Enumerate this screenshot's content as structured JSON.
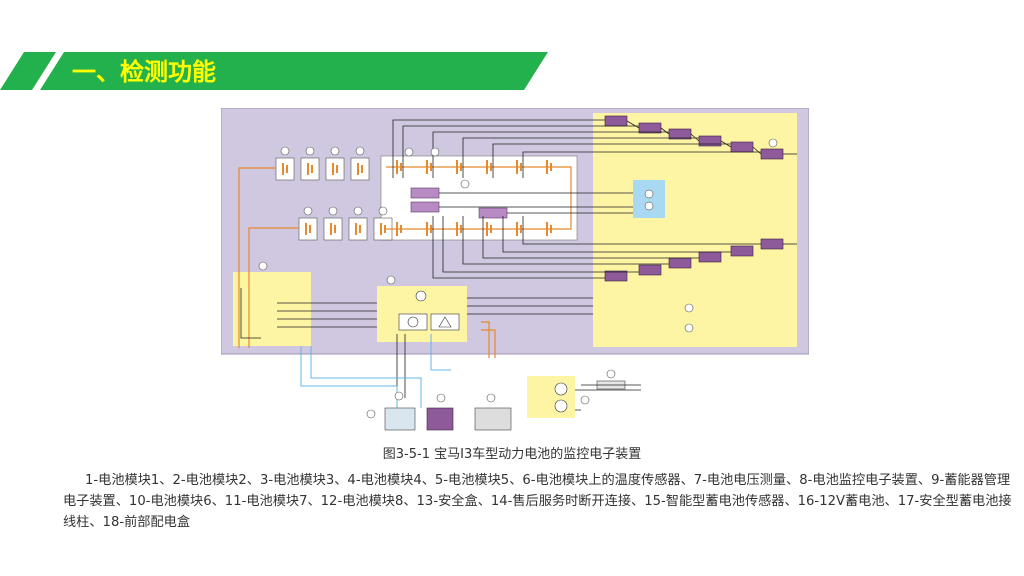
{
  "slide": {
    "title": "一、检测功能",
    "accent_color": "#22b14c",
    "title_color": "#ffff00"
  },
  "figure": {
    "caption": "图3-5-1 宝马I3车型动力电池的监控电子装置",
    "legend": "1-电池模块1、2-电池模块2、3-电池模块3、4-电池模块4、5-电池模块5、6-电池模块上的温度传感器、7-电池电压测量、8-电池监控电子装置、9-蓄能器管理电子装置、10-电池模块6、11-电池模块7、12-电池模块8、13-安全盒、14-售后服务时断开连接、15-智能型蓄电池传感器、16-12V蓄电池、17-安全型蓄电池接线柱、18-前部配电盒",
    "colors": {
      "background_panel": "#cfc8e0",
      "highlight_yellow": "#fdf4a4",
      "module_purple": "#8e5a9a",
      "wire_orange": "#e8892b",
      "wire_blue": "#64b5e6",
      "sensor_blue": "#a9d8f2"
    }
  }
}
